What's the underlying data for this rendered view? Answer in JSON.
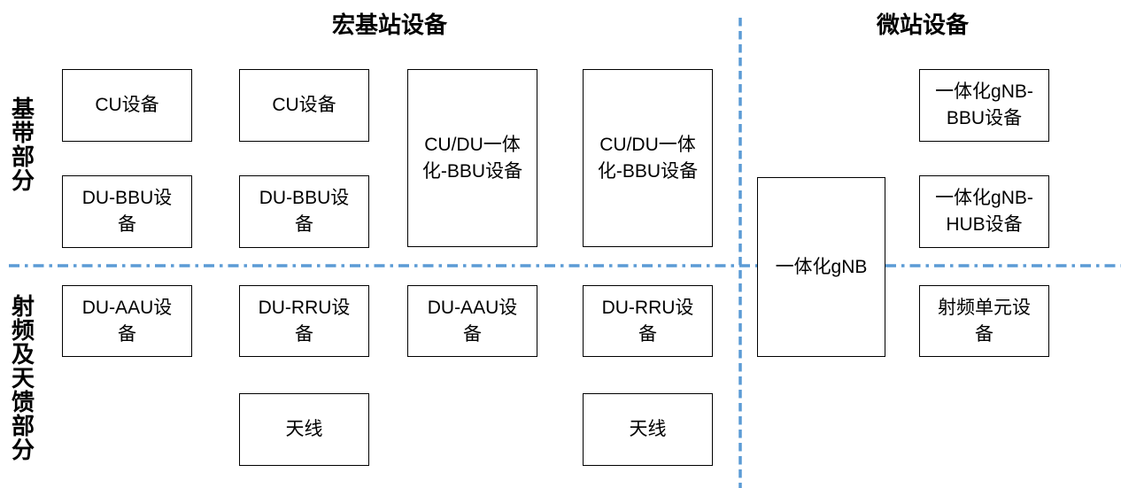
{
  "titles": {
    "macro": "宏基站设备",
    "micro": "微站设备"
  },
  "row_labels": {
    "baseband": "基带部分",
    "rf_antenna": "射频及天馈部分"
  },
  "boxes": {
    "macro_cu_1": "CU设备",
    "macro_cu_2": "CU设备",
    "macro_cudu_bbu_1": "CU/DU一体\n化-BBU设备",
    "macro_cudu_bbu_2": "CU/DU一体\n化-BBU设备",
    "macro_du_bbu_1": "DU-BBU设\n备",
    "macro_du_bbu_2": "DU-BBU设\n备",
    "macro_du_aau_1": "DU-AAU设\n备",
    "macro_du_rru_1": "DU-RRU设\n备",
    "macro_du_aau_2": "DU-AAU设\n备",
    "macro_du_rru_2": "DU-RRU设\n备",
    "macro_antenna_1": "天线",
    "macro_antenna_2": "天线",
    "micro_gnb": "一体化gNB",
    "micro_gnb_bbu": "一体化gNB-\nBBU设备",
    "micro_gnb_hub": "一体化gNB-\nHUB设备",
    "micro_rf_unit": "射频单元设\n备"
  },
  "colors": {
    "divider": "#5B9BD5",
    "box_border": "#000000",
    "text": "#000000"
  }
}
